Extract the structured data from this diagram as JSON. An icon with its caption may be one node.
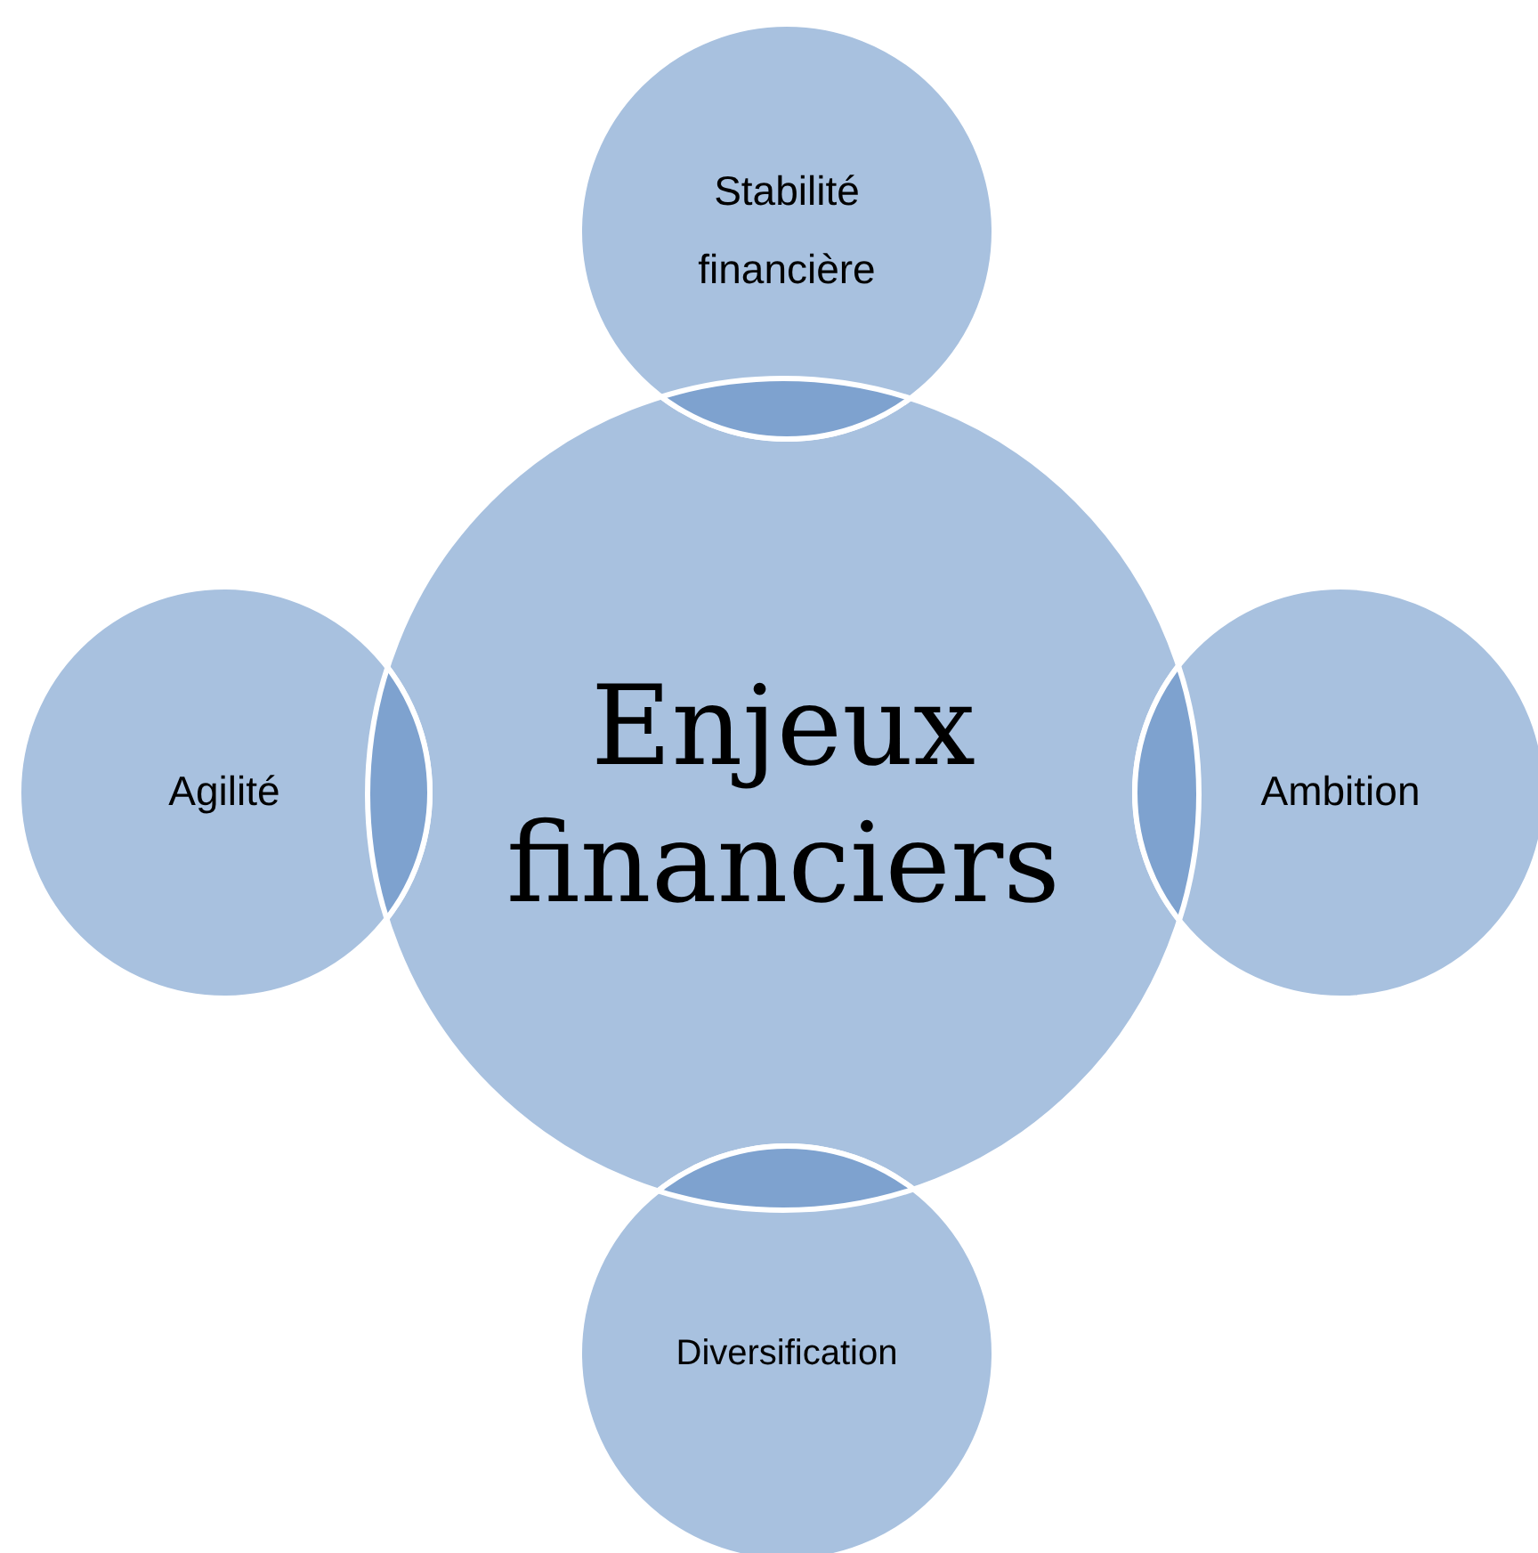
{
  "diagram": {
    "nodes": [
      {
        "text": [
          "Stabilité financière"
        ]
      },
      {
        "text": [
          "Agilité"
        ]
      },
      {
        "text": [
          "Enjeux financiers"
        ]
      },
      {
        "text": [
          "Ambition"
        ]
      },
      {
        "text": [
          "Diversification"
        ]
      }
    ]
  }
}
